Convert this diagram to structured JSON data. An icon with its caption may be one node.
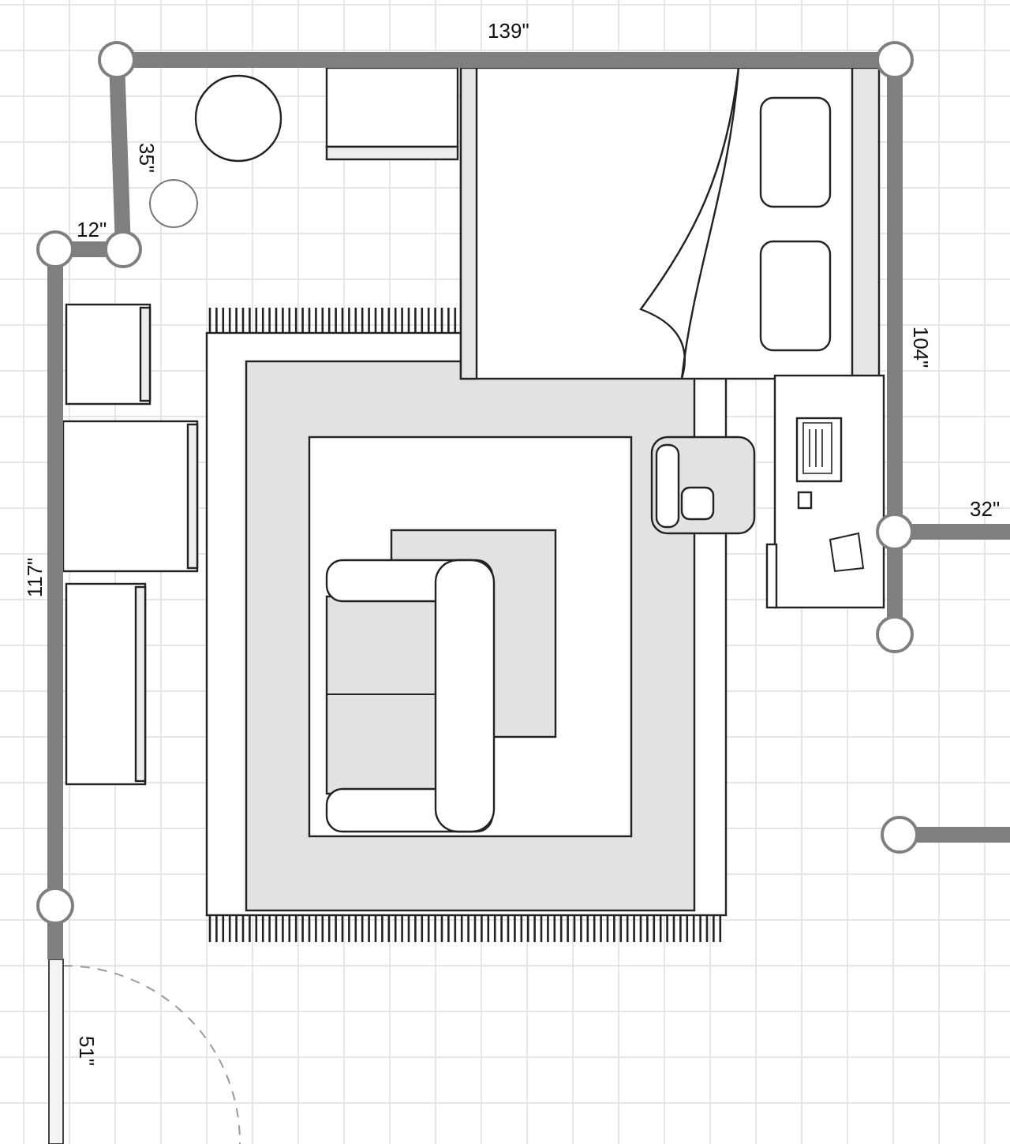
{
  "diagram": {
    "labels": [
      "139\"",
      "35\"",
      "12\"",
      "104\"",
      "32\"",
      "117\"",
      "51\""
    ]
  }
}
